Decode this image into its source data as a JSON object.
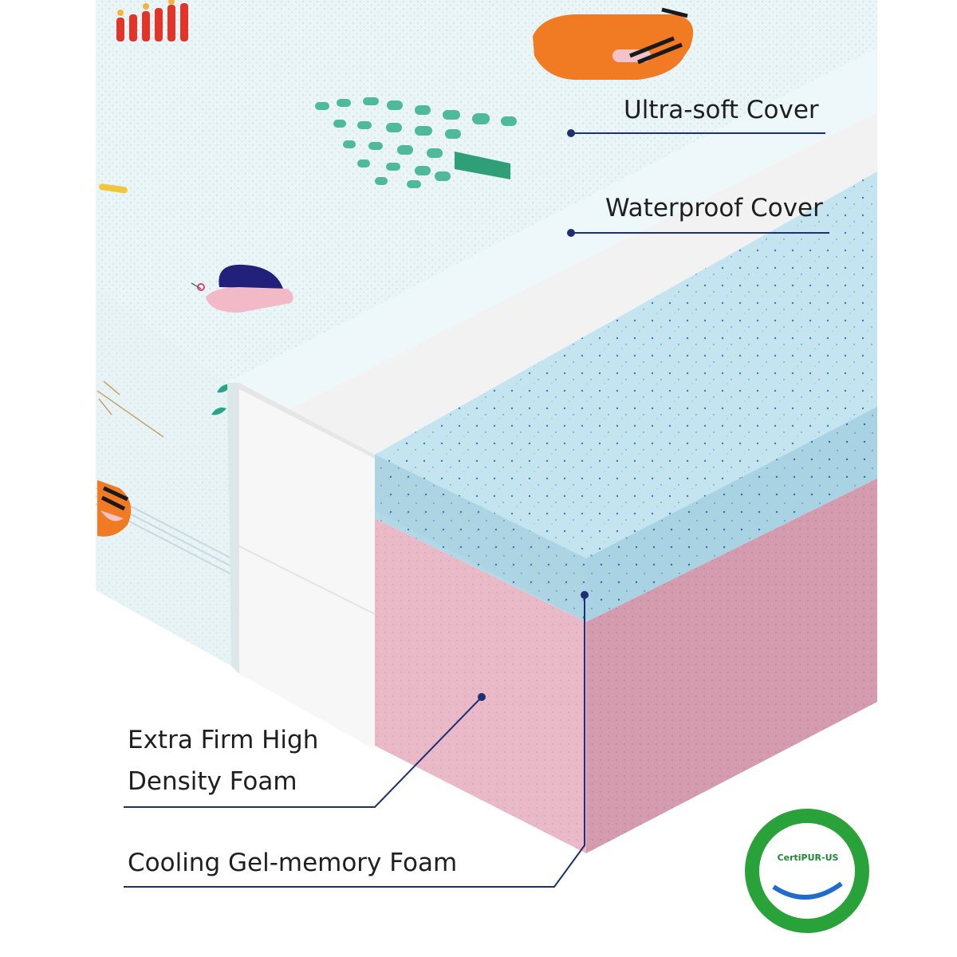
{
  "labels": {
    "ultra_soft_cover": "Ultra-soft Cover",
    "waterproof_cover": "Waterproof Cover",
    "extra_firm_line1": "Extra Firm High",
    "extra_firm_line2": "Density Foam",
    "cooling_gel": "Cooling Gel-memory Foam"
  },
  "badge": {
    "text": "CertiPUR-US"
  },
  "colors": {
    "cover": "#e9f4f6",
    "waterproof": "#f6f6f6",
    "gel_foam": "#bfe2ee",
    "firm_foam": "#e8b6c6",
    "callout_line": "#1e2f73",
    "badge_green": "#2aa23a"
  },
  "icons": [
    "fox-icon",
    "snail-icon",
    "fish-icon",
    "dots-pattern-icon",
    "certipur-badge-icon"
  ]
}
